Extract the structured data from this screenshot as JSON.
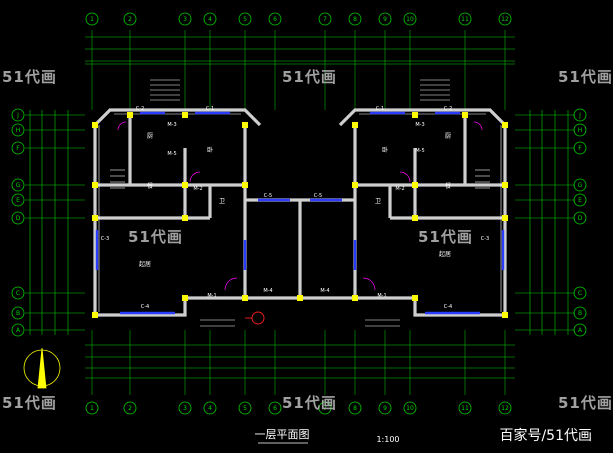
{
  "drawing": {
    "title": "一层平面图",
    "scale": "1:100",
    "axis_top": [
      "1",
      "2",
      "3",
      "4",
      "5",
      "6",
      "7",
      "8",
      "9",
      "10",
      "11",
      "12"
    ],
    "axis_bottom": [
      "1",
      "2",
      "3",
      "4",
      "5",
      "6",
      "7",
      "8",
      "9",
      "10",
      "11",
      "12"
    ],
    "axis_left": [
      "J",
      "H",
      "F",
      "G",
      "E",
      "D",
      "C",
      "B",
      "A"
    ],
    "axis_right": [
      "J",
      "H",
      "F",
      "G",
      "E",
      "D",
      "C",
      "B",
      "A"
    ],
    "rooms": {
      "kitchen_l": "厨",
      "kitchen_r": "厨",
      "dining_l": "餐",
      "dining_r": "餐",
      "living_l": "起居",
      "living_r": "起居",
      "bed_l": "卧",
      "bed_r": "卧",
      "wc_l": "卫",
      "wc_r": "卫"
    },
    "tags": {
      "door_m3_l": "M-3",
      "door_m3_r": "M-3",
      "door_m5_l": "M-5",
      "door_m5_r": "M-5",
      "door_m2_l": "M-2",
      "door_m2_r": "M-2",
      "door_m1_l": "M-1",
      "door_m1_r": "M-1",
      "door_m4_l": "M-4",
      "door_m4_r": "M-4",
      "win_c1_l": "C-1",
      "win_c1_r": "C-1",
      "win_c2_l": "C-2",
      "win_c2_r": "C-2",
      "win_c3_l": "C-3",
      "win_c3_r": "C-3",
      "win_c4_l": "C-4",
      "win_c4_r": "C-4",
      "win_c5_l": "C-5",
      "win_c5_r": "C-5"
    },
    "watermarks": [
      "51代画",
      "51代画",
      "51代画",
      "51代画",
      "51代画",
      "51代画",
      "51代画",
      "51代画"
    ],
    "credit": "百家号/51代画"
  },
  "colors": {
    "background": "#000000",
    "grid_line": "#00d000",
    "wall_fill": "#bfbfbf",
    "wall_edge": "#ffffff",
    "window": "#2a3cff",
    "axis_bubble": "#00d000",
    "column": "#ffff00",
    "door_mark": "#ff00ff",
    "section_mark": "#ff2020"
  }
}
